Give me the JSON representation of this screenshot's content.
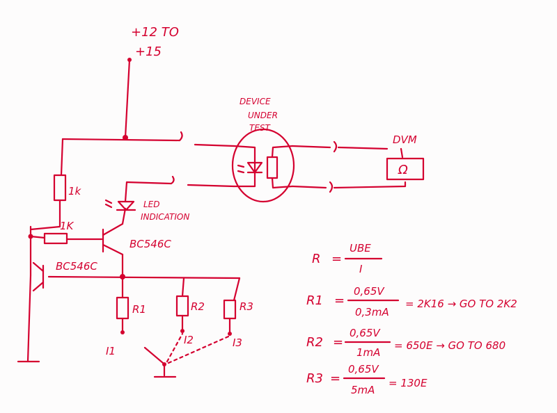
{
  "supply": {
    "line1": "+12 TO",
    "line2": "+15"
  },
  "dut": {
    "line1": "DEVICE",
    "line2": "UNDER",
    "line3": "TEST"
  },
  "meter": {
    "name": "DVM",
    "symbol": "Ω"
  },
  "resistors": {
    "r_top": "1k",
    "r_base": "1K"
  },
  "led_label": {
    "line1": "LED",
    "line2": "INDICATION"
  },
  "transistors": {
    "upper": "BC546C",
    "lower": "BC546C"
  },
  "range_resistors": [
    "R1",
    "R2",
    "R3"
  ],
  "currents": [
    "I1",
    "I2",
    "I3"
  ],
  "equations": {
    "main": {
      "lhs": "R",
      "num": "UBE",
      "den": "I"
    },
    "r1": {
      "lhs": "R1",
      "num": "0,65V",
      "den": "0,3mA",
      "result": "= 2K16 → GO TO 2K2"
    },
    "r2": {
      "lhs": "R2",
      "num": "0,65V",
      "den": "1mA",
      "result": "= 650E → GO TO 680"
    },
    "r3": {
      "lhs": "R3",
      "num": "0,65V",
      "den": "5mA",
      "result": "= 130E"
    }
  },
  "colors": {
    "ink": "#d4002f",
    "paper": "#fdfcfc"
  }
}
